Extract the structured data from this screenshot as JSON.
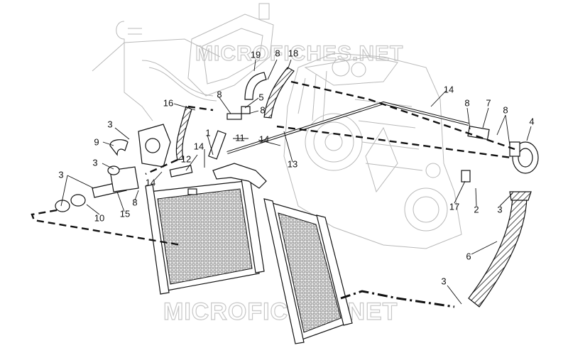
{
  "watermarks": [
    "MICROFICHES.NET",
    "MICROFICHES.NET"
  ],
  "callouts": [
    "19",
    "8",
    "18",
    "14",
    "16",
    "8",
    "5",
    "8",
    "3",
    "1",
    "11",
    "14",
    "13",
    "9",
    "14",
    "12",
    "3",
    "14",
    "8",
    "10",
    "15",
    "8",
    "7",
    "8",
    "4",
    "17",
    "2",
    "3",
    "6",
    "3",
    "3"
  ]
}
